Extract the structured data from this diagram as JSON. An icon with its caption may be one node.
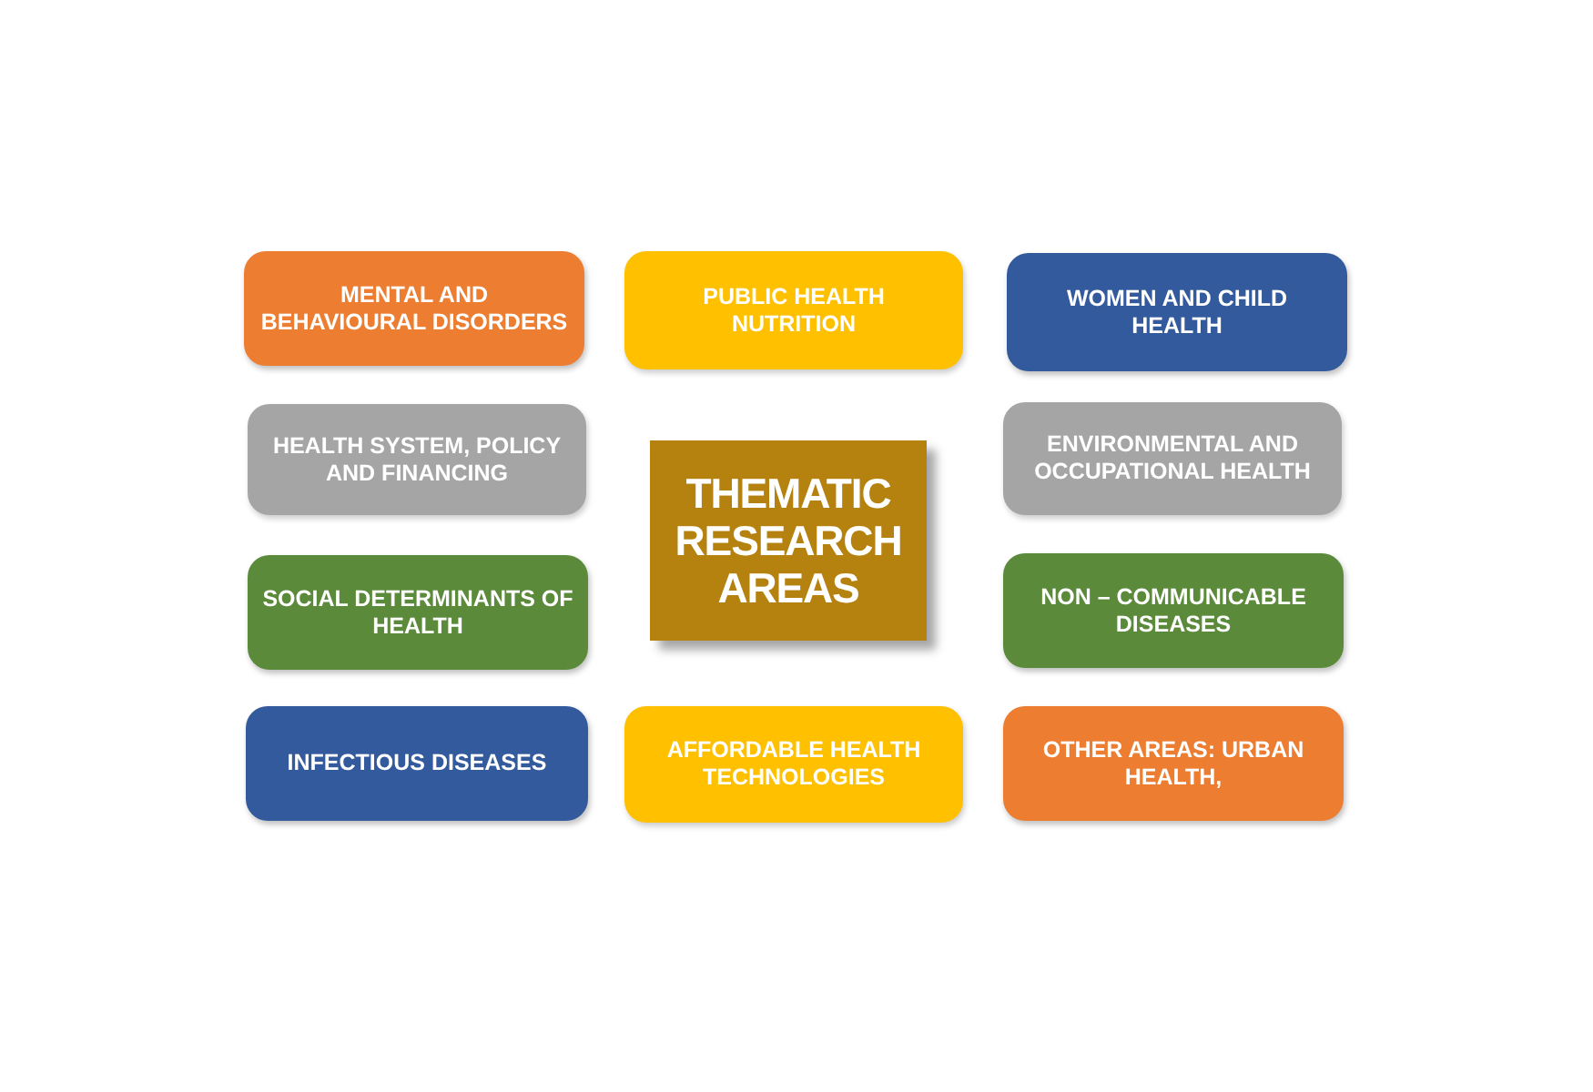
{
  "diagram": {
    "nodes": [
      {
        "text": [
          "MENTAL AND BEHAVIOURAL DISORDERS"
        ]
      },
      {
        "text": [
          "PUBLIC HEALTH NUTRITION"
        ]
      },
      {
        "text": [
          "WOMEN AND CHILD HEALTH"
        ]
      },
      {
        "text": [
          "HEALTH SYSTEM, POLICY AND FINANCING"
        ]
      },
      {
        "text": [
          "THEMATIC RESEARCH AREAS"
        ]
      },
      {
        "text": [
          "ENVIRONMENTAL AND OCCUPATIONAL HEALTH"
        ]
      },
      {
        "text": [
          "SOCIAL DETERMINANTS OF HEALTH"
        ]
      },
      {
        "text": [
          "NON – COMMUNICABLE DISEASES"
        ]
      },
      {
        "text": [
          "INFECTIOUS DISEASES"
        ]
      },
      {
        "text": [
          "AFFORDABLE HEALTH TECHNOLOGIES"
        ]
      },
      {
        "text": [
          "OTHER AREAS: URBAN HEALTH,"
        ]
      }
    ]
  }
}
